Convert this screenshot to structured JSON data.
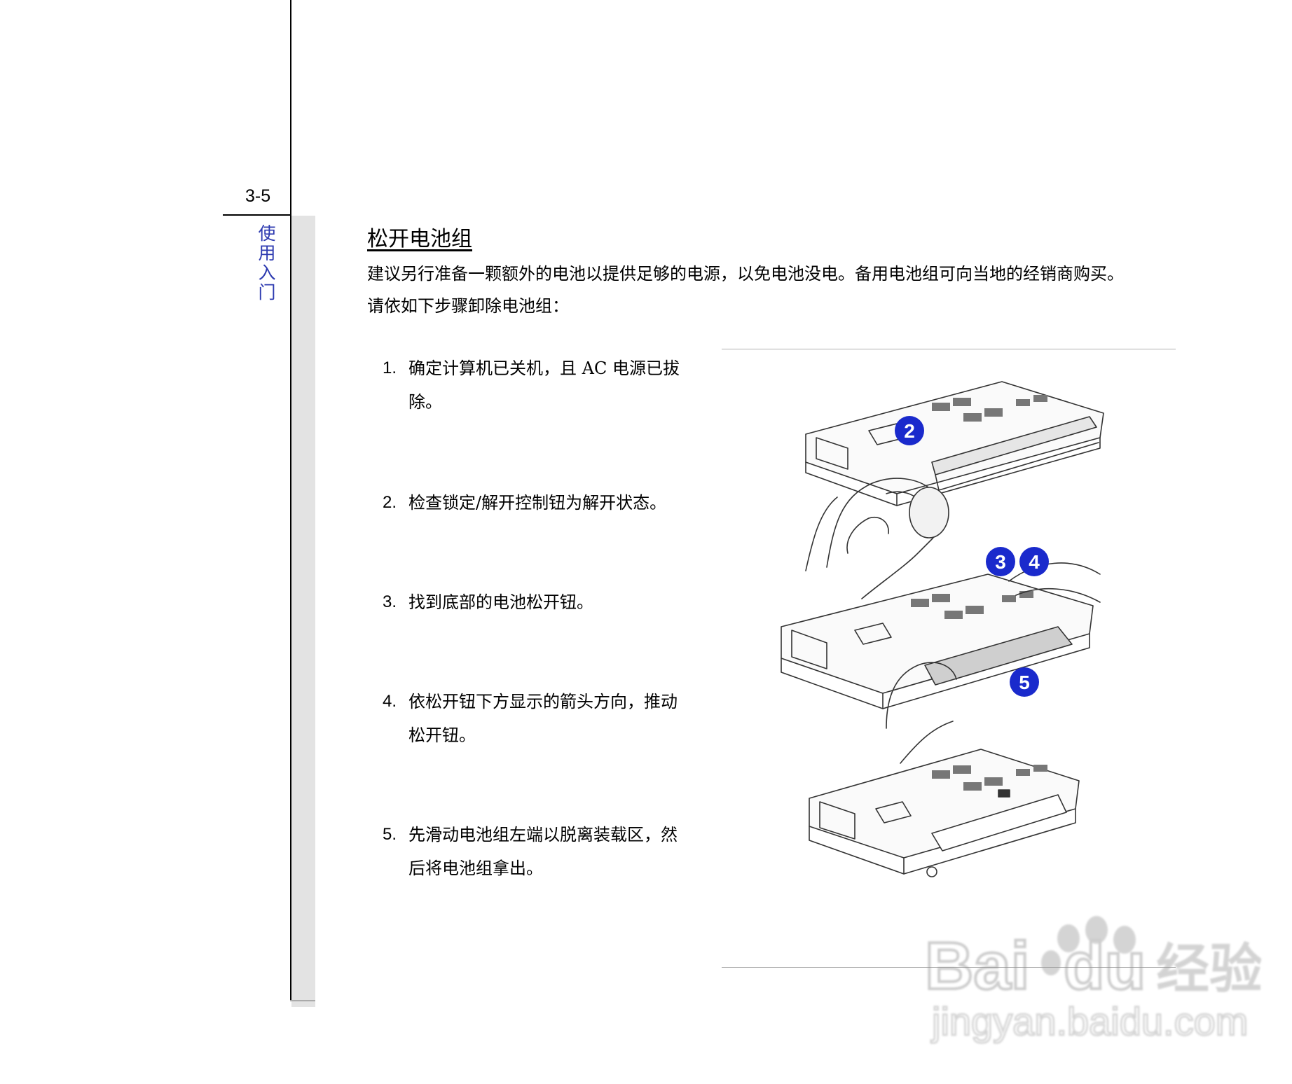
{
  "page": {
    "number": "3-5",
    "section_label": [
      "使",
      "用",
      "入",
      "门"
    ]
  },
  "content": {
    "title": "松开电池组",
    "intro": [
      "建议另行准备一颗额外的电池以提供足够的电源，以免电池没电。备用电池组可向当地的经销商购买。",
      "请依如下步骤卸除电池组："
    ],
    "steps": [
      {
        "num": "1.",
        "text": "确定计算机已关机，且 AC 电源已拔除。"
      },
      {
        "num": "2.",
        "text": "检查锁定/解开控制钮为解开状态。"
      },
      {
        "num": "3.",
        "text": "找到底部的电池松开钮。"
      },
      {
        "num": "4.",
        "text": "依松开钮下方显示的箭头方向，推动松开钮。"
      },
      {
        "num": "5.",
        "text": "先滑动电池组左端以脱离装载区，然后将电池组拿出。"
      }
    ]
  },
  "figure": {
    "callouts": [
      "2",
      "3",
      "4",
      "5"
    ],
    "callout_color": "#1a2acc"
  },
  "watermark": {
    "brand": "Bai",
    "brand_tail": "du",
    "brand_cn": "经验",
    "url": "jingyan.baidu.com"
  }
}
